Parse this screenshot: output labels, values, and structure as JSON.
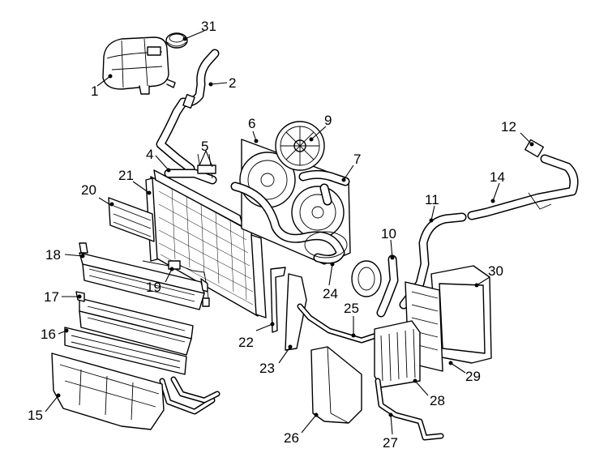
{
  "callouts": [
    {
      "id": "c1",
      "label": "1"
    },
    {
      "id": "c2",
      "label": "2"
    },
    {
      "id": "c4",
      "label": "4"
    },
    {
      "id": "c5",
      "label": "5"
    },
    {
      "id": "c6",
      "label": "6"
    },
    {
      "id": "c7",
      "label": "7"
    },
    {
      "id": "c9",
      "label": "9"
    },
    {
      "id": "c10",
      "label": "10"
    },
    {
      "id": "c11",
      "label": "11"
    },
    {
      "id": "c12",
      "label": "12"
    },
    {
      "id": "c14",
      "label": "14"
    },
    {
      "id": "c15",
      "label": "15"
    },
    {
      "id": "c16",
      "label": "16"
    },
    {
      "id": "c17",
      "label": "17"
    },
    {
      "id": "c18",
      "label": "18"
    },
    {
      "id": "c19",
      "label": "19"
    },
    {
      "id": "c20",
      "label": "20"
    },
    {
      "id": "c21",
      "label": "21"
    },
    {
      "id": "c22",
      "label": "22"
    },
    {
      "id": "c23",
      "label": "23"
    },
    {
      "id": "c24",
      "label": "24"
    },
    {
      "id": "c25",
      "label": "25"
    },
    {
      "id": "c26",
      "label": "26"
    },
    {
      "id": "c27",
      "label": "27"
    },
    {
      "id": "c28",
      "label": "28"
    },
    {
      "id": "c29",
      "label": "29"
    },
    {
      "id": "c30",
      "label": "30"
    },
    {
      "id": "c31",
      "label": "31"
    }
  ]
}
